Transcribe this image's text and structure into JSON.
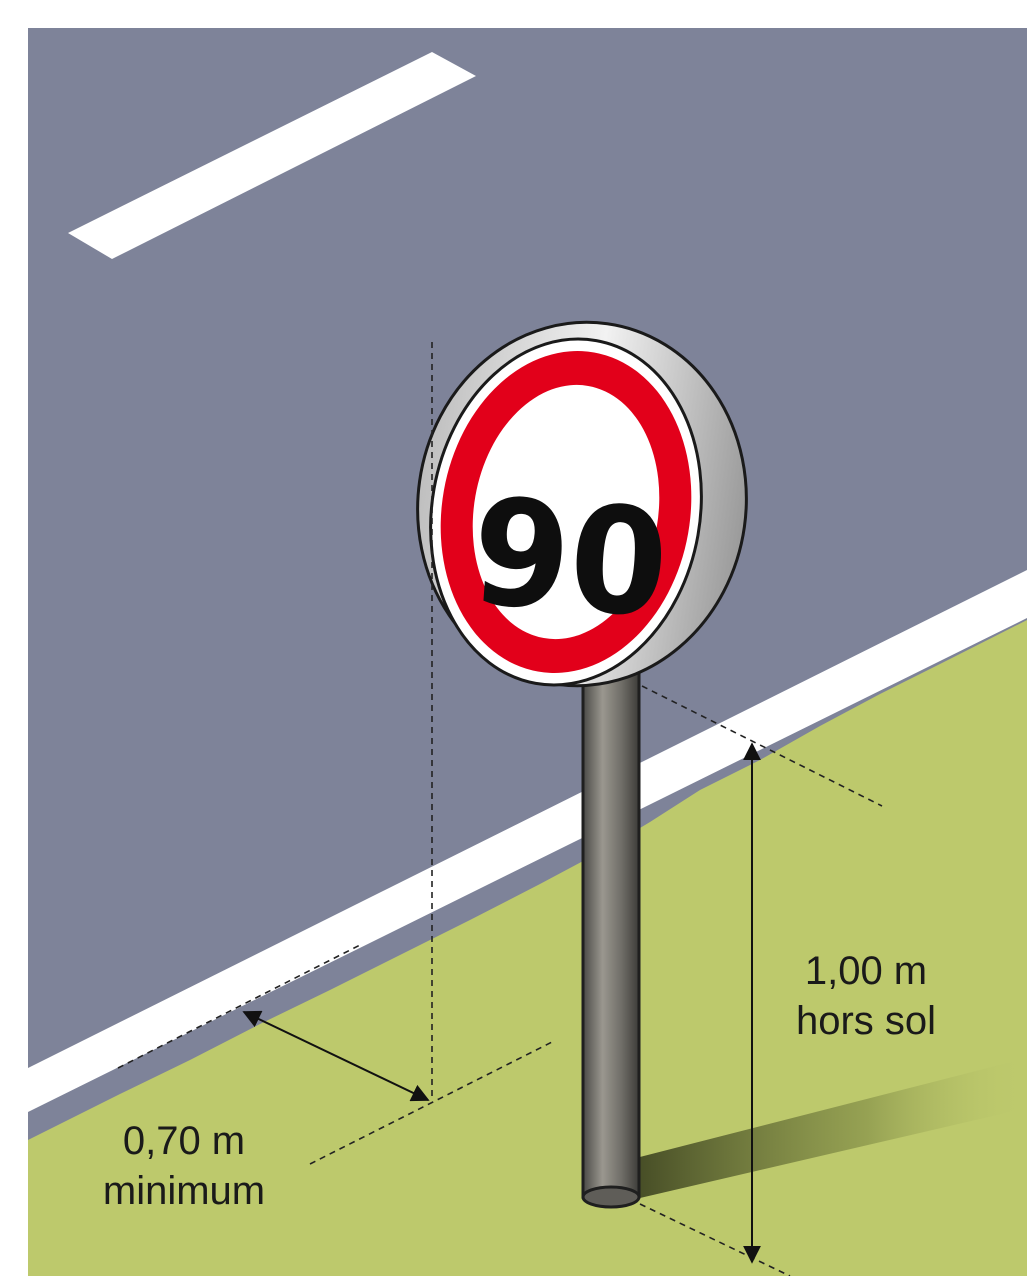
{
  "sign": {
    "speed_limit": "90"
  },
  "dimensions": {
    "height_value": "1,00 m",
    "height_note": "hors sol",
    "clearance_value": "0,70 m",
    "clearance_note": "minimum"
  },
  "colors": {
    "asphalt": "#7e8399",
    "grass": "#bdc96c",
    "road_marking": "#ffffff",
    "sign_border_red": "#e2001a",
    "pole": "#7a7871"
  }
}
